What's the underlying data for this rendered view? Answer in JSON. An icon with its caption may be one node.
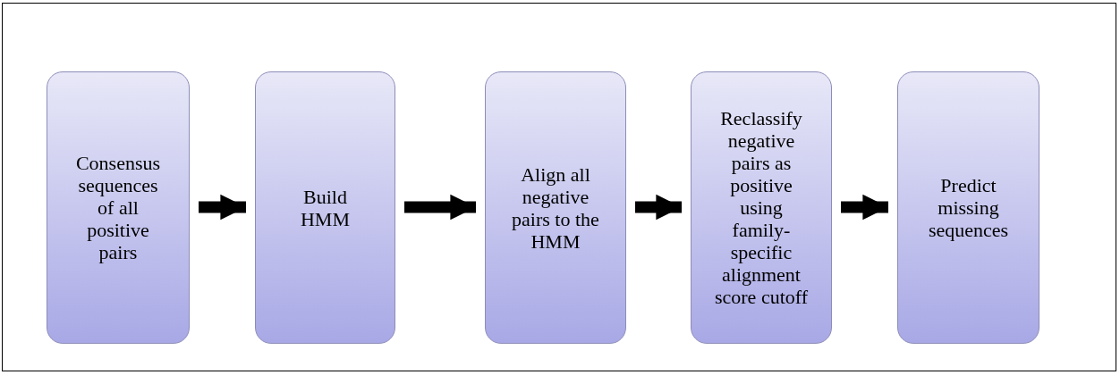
{
  "diagram": {
    "nodes": [
      {
        "text": [
          "Consensus sequences of all positive pairs"
        ]
      },
      {
        "text": [
          "Build HMM"
        ]
      },
      {
        "text": [
          "Align all negative pairs to the HMM"
        ]
      },
      {
        "text": [
          "Reclassify negative pairs as positive using family-specific alignment score cutoff"
        ]
      },
      {
        "text": [
          "Predict missing sequences"
        ]
      }
    ],
    "edges": [
      {
        "from": 0,
        "to": 1,
        "arrow": "to"
      },
      {
        "from": 1,
        "to": 2,
        "arrow": "to"
      },
      {
        "from": 2,
        "to": 3,
        "arrow": "to"
      },
      {
        "from": 3,
        "to": 4,
        "arrow": "to"
      }
    ]
  }
}
